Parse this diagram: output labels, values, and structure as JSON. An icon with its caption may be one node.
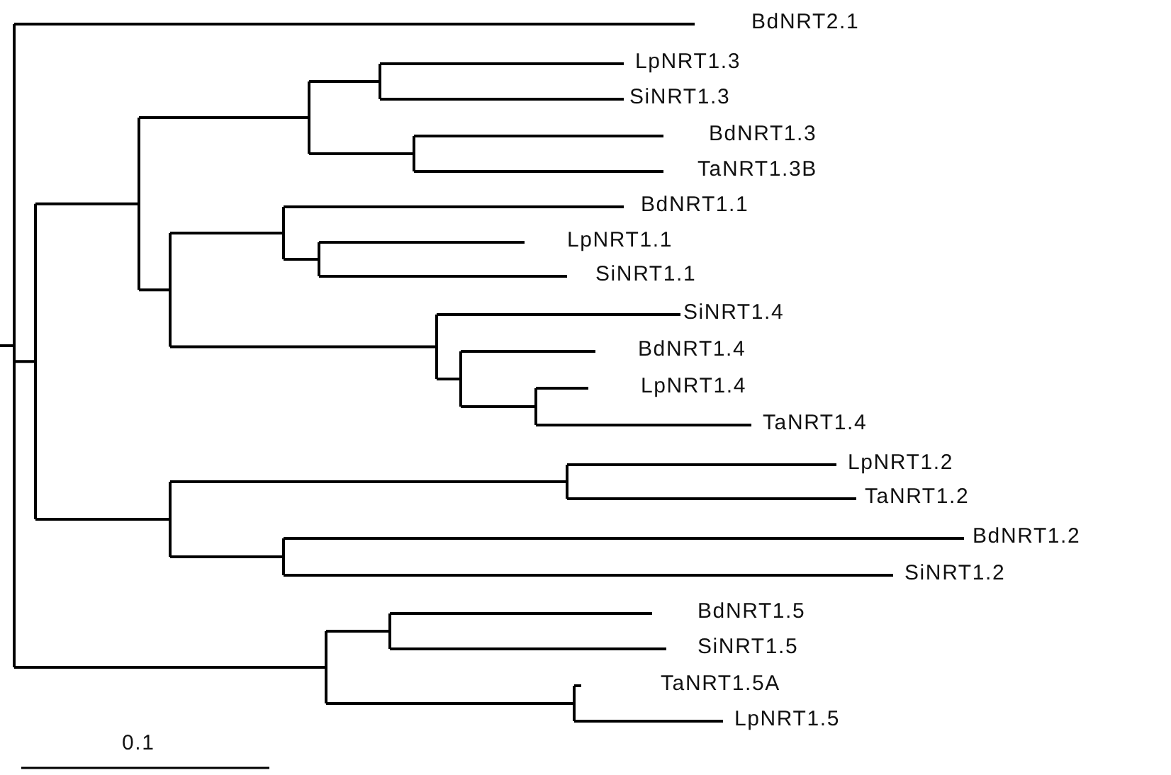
{
  "diagram": {
    "labels": [
      "BdNRT2.1",
      "LpNRT1.3",
      "SiNRT1.3",
      "BdNRT1.3",
      "TaNRT1.3B",
      "BdNRT1.1",
      "LpNRT1.1",
      "SiNRT1.1",
      "SiNRT1.4",
      "BdNRT1.4",
      "LpNRT1.4",
      "TaNRT1.4",
      "LpNRT1.2",
      "TaNRT1.2",
      "BdNRT1.2",
      "SiNRT1.2",
      "BdNRT1.5",
      "SiNRT1.5",
      "TaNRT1.5A",
      "LpNRT1.5",
      "0.1"
    ]
  }
}
